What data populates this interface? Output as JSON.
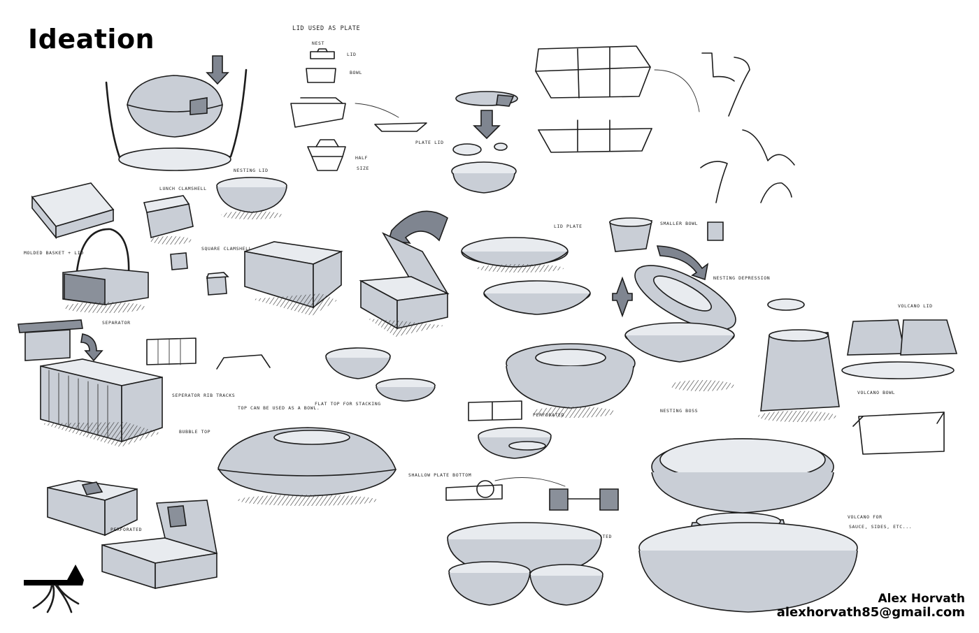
{
  "title": "Ideation",
  "credit": {
    "name": "Alex Horvath",
    "email": "alexhorvath85@gmail.com"
  },
  "annotations": {
    "lid_used_as_plate": "LID USED AS PLATE",
    "nest": "NEST",
    "lid": "LID",
    "bowl": "BOWL",
    "plate_lid": "PLATE LID",
    "half_size": "HALF",
    "half_size_2": "SIZE",
    "nesting_lid": "NESTING LID",
    "lunch_clamshell": "LUNCH CLAMSHELL",
    "square_clamshell": "SQUARE CLAMSHELL",
    "molded_basket_lid": "MOLDED BASKET + LID",
    "separator": "SEPARATOR",
    "separator_rib_tracks": "SEPERATOR RIB TRACKS",
    "top_can_be_used": "TOP CAN BE USED AS A BOWL.",
    "flat_top": "FLAT TOP FOR STACKING",
    "bubble_top": "BUBBLE TOP",
    "shallow_plate_bottom": "SHALLOW PLATE BOTTOM",
    "perforated_small": "PERFORATED",
    "perforated": "PERFORATED",
    "lid_plate": "LID PLATE",
    "smaller_bowl": "SMALLER BOWL",
    "nesting_depression": "NESTING DEPRESSION",
    "nesting_boss": "NESTING BOSS",
    "volcano_lid": "VOLCANO LID",
    "volcano_bowl": "VOLCANO BOWL",
    "volcano_for": "VOLCANO FOR",
    "volcano_for_2": "SAUCE, SIDES, ETC..."
  },
  "logo": "tree-roots-logo"
}
